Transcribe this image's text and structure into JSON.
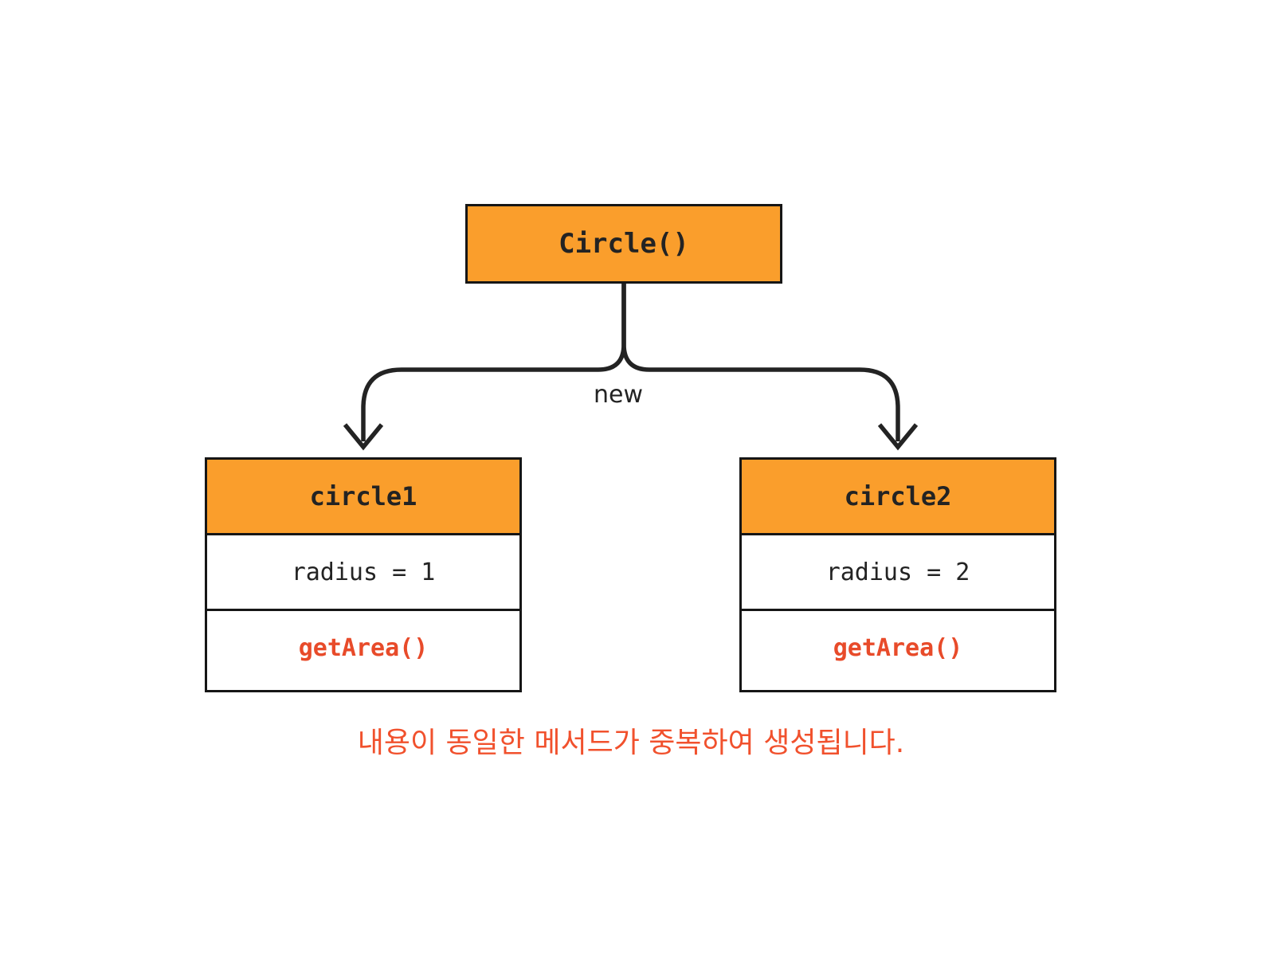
{
  "colors": {
    "background": "#FFFFFF",
    "box_fill": "#FA9E2C",
    "box_border": "#161616",
    "line": "#232323",
    "text_dark": "#232323",
    "method_text": "#E84B2A",
    "caption_text": "#F1512D"
  },
  "diagram": {
    "constructor_box": {
      "label": "Circle()"
    },
    "edge_label": "new",
    "instances": [
      {
        "title": "circle1",
        "attribute": "radius = 1",
        "method": "getArea()"
      },
      {
        "title": "circle2",
        "attribute": "radius = 2",
        "method": "getArea()"
      }
    ],
    "caption": "내용이 동일한 메서드가 중복하여 생성됩니다."
  }
}
